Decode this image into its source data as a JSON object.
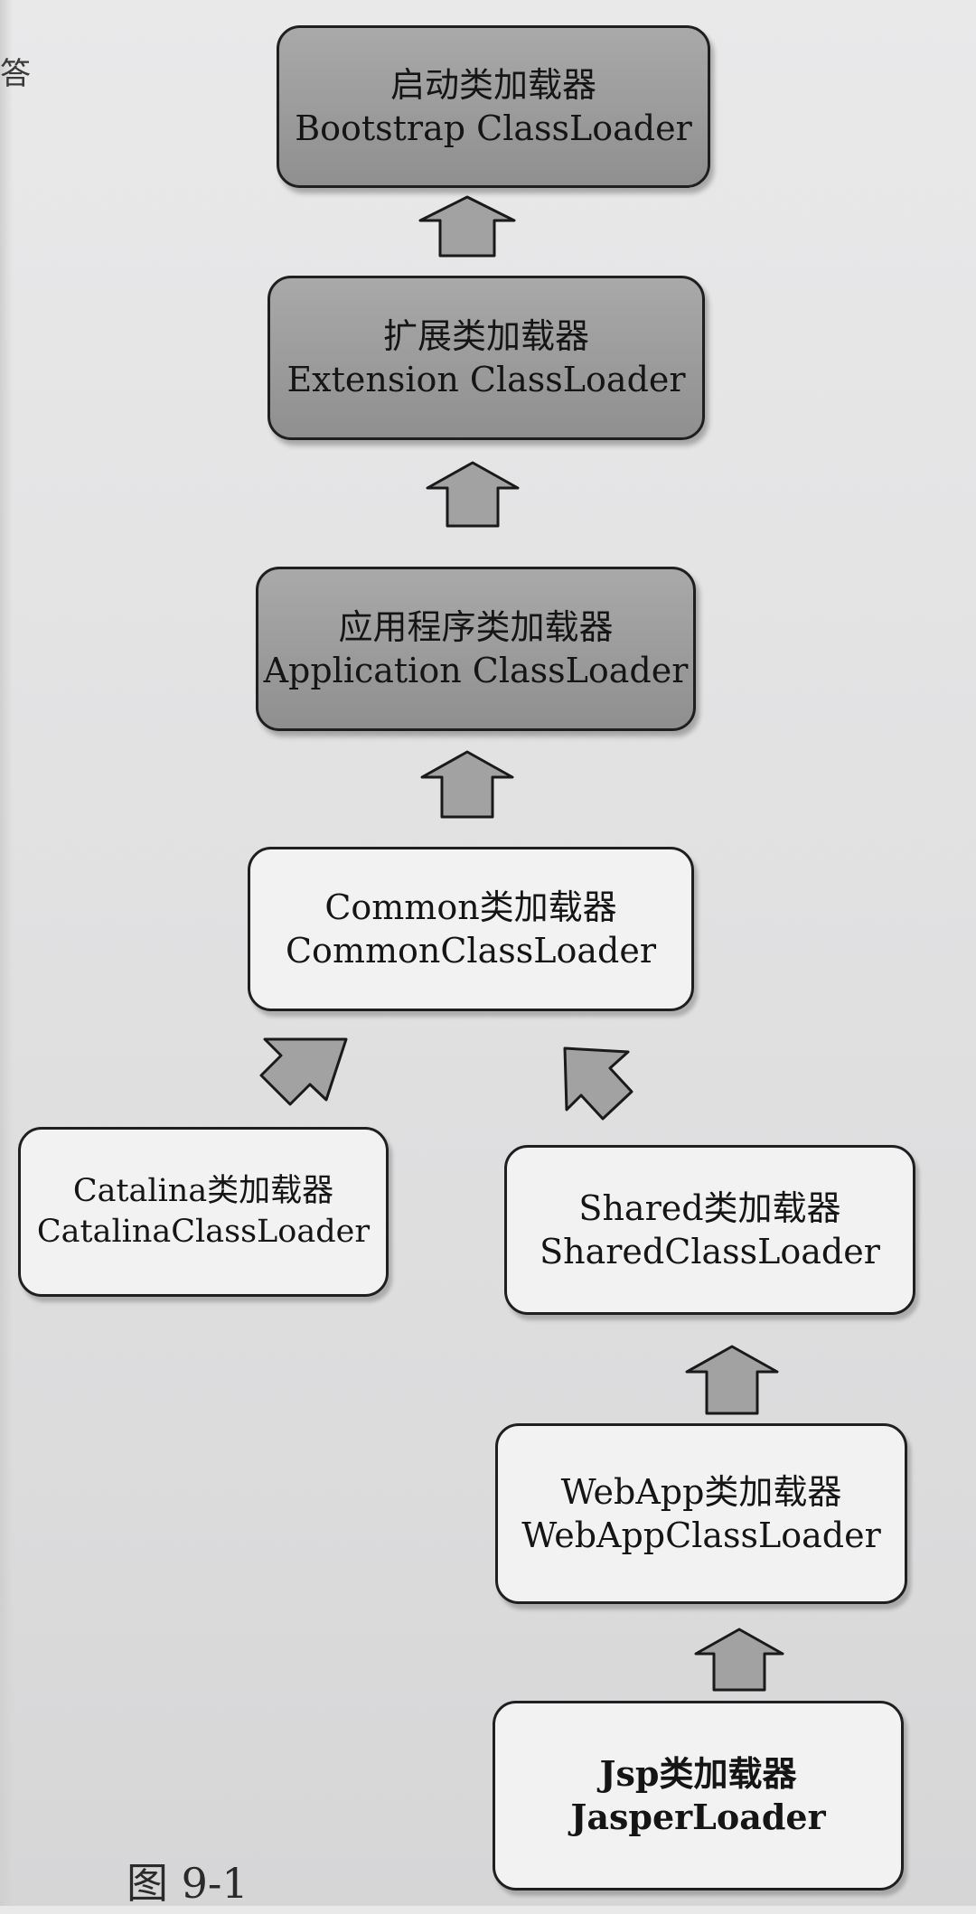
{
  "diagram": {
    "nodes": [
      {
        "id": "bootstrap",
        "line1": "启动类加载器",
        "line2": "Bootstrap ClassLoader",
        "style": "gray"
      },
      {
        "id": "extension",
        "line1": "扩展类加载器",
        "line2": "Extension ClassLoader",
        "style": "gray"
      },
      {
        "id": "application",
        "line1": "应用程序类加载器",
        "line2": "Application ClassLoader",
        "style": "gray"
      },
      {
        "id": "common",
        "line1": "Common类加载器",
        "line2": "CommonClassLoader",
        "style": "white"
      },
      {
        "id": "catalina",
        "line1": "Catalina类加载器",
        "line2": "CatalinaClassLoader",
        "style": "white"
      },
      {
        "id": "shared",
        "line1": "Shared类加载器",
        "line2": "SharedClassLoader",
        "style": "white"
      },
      {
        "id": "webapp",
        "line1": "WebApp类加载器",
        "line2": "WebAppClassLoader",
        "style": "white"
      },
      {
        "id": "jsp",
        "line1": "Jsp类加载器",
        "line2": "JasperLoader",
        "style": "white"
      }
    ],
    "edges": [
      {
        "from": "extension",
        "to": "bootstrap"
      },
      {
        "from": "application",
        "to": "extension"
      },
      {
        "from": "common",
        "to": "application"
      },
      {
        "from": "catalina",
        "to": "common"
      },
      {
        "from": "shared",
        "to": "common"
      },
      {
        "from": "webapp",
        "to": "shared"
      },
      {
        "from": "jsp",
        "to": "webapp"
      }
    ],
    "colors": {
      "parent_box_fill": "#9b9b9c",
      "child_box_fill": "#f2f2f3",
      "border": "#1f1f1f",
      "arrow_fill": "#a2a2a3"
    }
  },
  "caption": "图 9-1",
  "margin_glyph": "答"
}
